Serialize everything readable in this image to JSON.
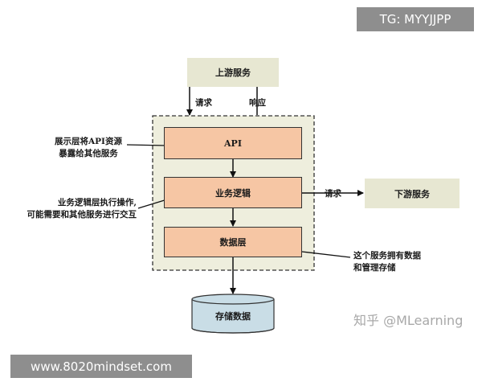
{
  "watermarks": {
    "telegram": "TG: MYYJJPP",
    "website": "www.8020mindset.com",
    "zhihu": "知乎 @MLearning"
  },
  "nodes": {
    "upstream": "上游服务",
    "api": "API",
    "business": "业务逻辑",
    "data_layer": "数据层",
    "downstream": "下游服务",
    "storage": "存储数据"
  },
  "edges": {
    "request_in": "请求",
    "response_out": "响应",
    "request_out": "请求"
  },
  "annotations": {
    "api_note_line1": "展示层将API资源",
    "api_note_line2": "暴露给其他服务",
    "business_note_line1": "业务逻辑层执行操作,",
    "business_note_line2": "可能需要和其他服务进行交互",
    "data_note_line1": "这个服务拥有数据",
    "data_note_line2": "和管理存储"
  },
  "colors": {
    "layer_fill": "#f6c6a4",
    "service_fill": "#e7e7d2",
    "boundary_fill": "#eeeedd",
    "storage_fill": "#c9dde6"
  }
}
